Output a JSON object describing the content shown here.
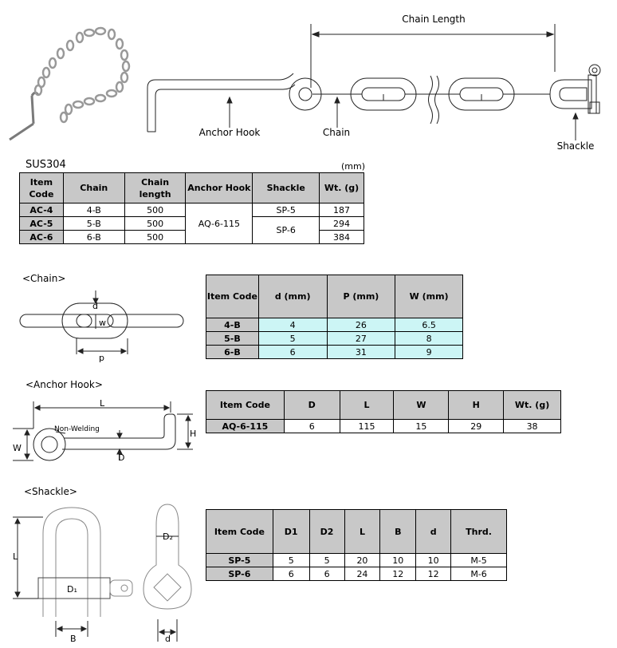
{
  "top": {
    "chain_length_label": "Chain Length",
    "anchor_hook_label": "Anchor Hook",
    "chain_label": "Chain",
    "shackle_label": "Shackle"
  },
  "main": {
    "material": "SUS304",
    "unit": "(mm)",
    "headers": [
      "Item Code",
      "Chain",
      "Chain length",
      "Anchor Hook",
      "Shackle",
      "Wt. (g)"
    ],
    "rows": [
      {
        "code": "AC-4",
        "chain": "4-B",
        "length": "500",
        "wt": "187"
      },
      {
        "code": "AC-5",
        "chain": "5-B",
        "length": "500",
        "wt": "294"
      },
      {
        "code": "AC-6",
        "chain": "6-B",
        "length": "500",
        "wt": "384"
      }
    ],
    "anchor_hook": "AQ-6-115",
    "shackle_a": "SP-5",
    "shackle_b": "SP-6"
  },
  "chain_section": {
    "title": "<Chain>",
    "diagram_labels": {
      "d": "d",
      "w": "w",
      "p": "p"
    },
    "headers": [
      "Item Code",
      "d (mm)",
      "P (mm)",
      "W (mm)"
    ],
    "rows": [
      {
        "code": "4-B",
        "d": "4",
        "p": "26",
        "w": "6.5"
      },
      {
        "code": "5-B",
        "d": "5",
        "p": "27",
        "w": "8"
      },
      {
        "code": "6-B",
        "d": "6",
        "p": "31",
        "w": "9"
      }
    ]
  },
  "hook_section": {
    "title": "<Anchor Hook>",
    "diagram_labels": {
      "L": "L",
      "H": "H",
      "W": "W",
      "D": "D",
      "non_welding": "Non-Welding"
    },
    "headers": [
      "Item Code",
      "D",
      "L",
      "W",
      "H",
      "Wt. (g)"
    ],
    "row": {
      "code": "AQ-6-115",
      "D": "6",
      "L": "115",
      "W": "15",
      "H": "29",
      "wt": "38"
    }
  },
  "shackle_section": {
    "title": "<Shackle>",
    "diagram_labels": {
      "L": "L",
      "D1": "D₁",
      "D2": "D₂",
      "B": "B",
      "d": "d"
    },
    "headers": [
      "Item Code",
      "D1",
      "D2",
      "L",
      "B",
      "d",
      "Thrd."
    ],
    "rows": [
      {
        "code": "SP-5",
        "D1": "5",
        "D2": "5",
        "L": "20",
        "B": "10",
        "d": "10",
        "thrd": "M-5"
      },
      {
        "code": "SP-6",
        "D1": "6",
        "D2": "6",
        "L": "24",
        "B": "12",
        "d": "12",
        "thrd": "M-6"
      }
    ]
  }
}
